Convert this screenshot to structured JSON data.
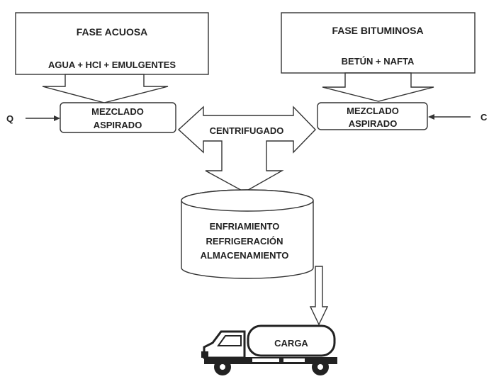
{
  "left_input": {
    "title": "FASE ACUOSA",
    "contents": "AGUA  + HCl + EMULGENTES"
  },
  "right_input": {
    "title": "FASE BITUMINOSA",
    "contents": "BETÚN + NAFTA"
  },
  "left_mixer": {
    "line1": "MEZCLADO",
    "line2": "ASPIRADO"
  },
  "right_mixer": {
    "line1": "MEZCLADO",
    "line2": "ASPIRADO"
  },
  "centrifuge": "CENTRIFUGADO",
  "left_heat": "Q",
  "right_heat": "C",
  "storage": {
    "line1": "ENFRIAMIENTO",
    "line2": "REFRIGERACIÓN",
    "line3": "ALMACENAMIENTO"
  },
  "truck_label": "CARGA",
  "colors": {
    "stroke": "#333333",
    "text": "#222222",
    "fill": "#ffffff"
  }
}
